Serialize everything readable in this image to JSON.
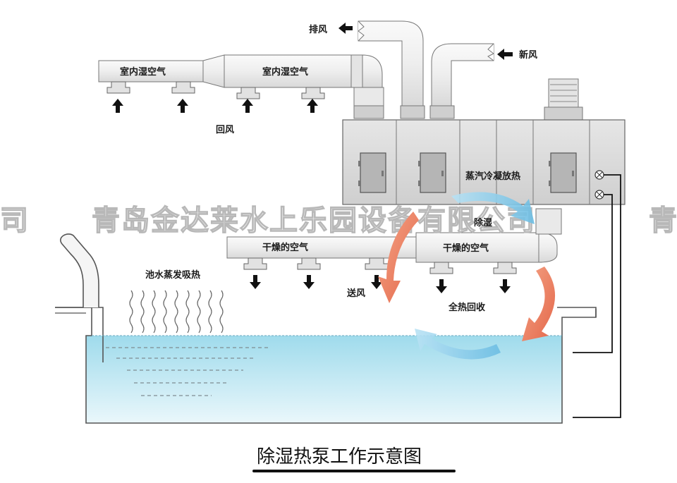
{
  "diagram": {
    "caption": "除湿热泵工作示意图",
    "watermark_main": "青岛金达莱水上乐园设备有限公司",
    "watermark_left": "司",
    "watermark_right": "青",
    "labels": {
      "return_duct_1": "室内湿空气",
      "return_duct_2": "室内湿空气",
      "return_air": "回风",
      "exhaust": "排风",
      "fresh_air": "新风",
      "condense": "蒸汽冷凝放热",
      "dehumidify": "除湿",
      "supply_duct_1": "干燥的空气",
      "supply_duct_2": "干燥的空气",
      "supply_air": "送风",
      "heat_recovery": "全热回收",
      "pool_evaporation": "池水蒸发吸热"
    },
    "colors": {
      "unit_fill": "#dcdcdc",
      "duct_fill": "#f2f2f2",
      "water_top": "#9fdbec",
      "water_bottom": "#dff3f9",
      "warm_arrow": "#ec8060",
      "cool_arrow": "#8dcbe8"
    }
  }
}
